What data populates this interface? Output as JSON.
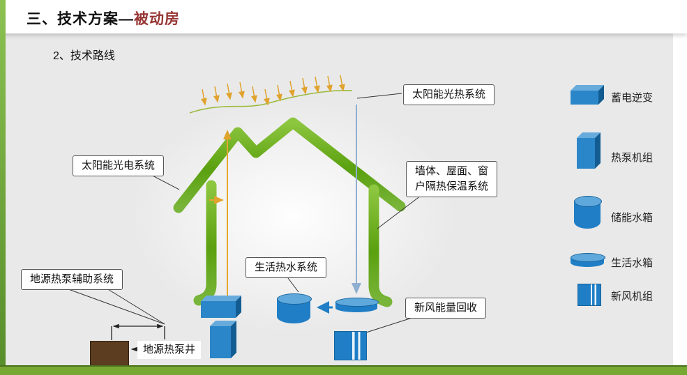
{
  "slide": {
    "title_prefix": "三、技术方案—",
    "title_highlight": "被动房",
    "subtitle": "2、技术路线"
  },
  "callouts": {
    "solar_thermal": "太阳能光热系统",
    "solar_pv": "太阳能光电系统",
    "insulation": [
      "墙体、屋面、窗",
      "户隔热保温系统"
    ],
    "hot_water": "生活热水系统",
    "gshp_aux": "地源热泵辅助系统",
    "gshp_well": "地源热泵井",
    "fresh_air": "新风能量回收"
  },
  "legend": {
    "items": [
      {
        "icon": "battery-inverter-box-icon",
        "label": "蓄电逆变"
      },
      {
        "icon": "heat-pump-unit-icon",
        "label": "热泵机组"
      },
      {
        "icon": "storage-water-tank-icon",
        "label": "储能水箱"
      },
      {
        "icon": "domestic-water-tank-icon",
        "label": "生活水箱"
      },
      {
        "icon": "fresh-air-unit-icon",
        "label": "新风机组"
      }
    ]
  },
  "colors": {
    "equipment_blue": "#1f7ec5",
    "house_green_light": "#8dc63f",
    "house_green_dark": "#5aa00f",
    "title_red": "#963634",
    "slide_bar_green": "#76a832",
    "ground_brown": "#5c3d1f",
    "sun_ray_orange": "#dfa32e",
    "flow_arrow_blue": "#8fafd0"
  }
}
